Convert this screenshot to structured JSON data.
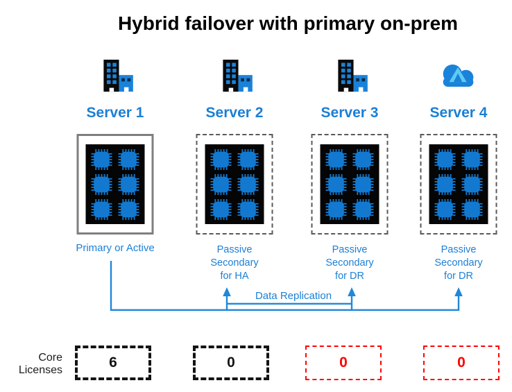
{
  "title": "Hybrid failover with primary on-prem",
  "servers": [
    {
      "name": "Server 1",
      "icon": "office-building-icon",
      "box_style": "solid",
      "role_lines": [
        "Primary or Active"
      ],
      "cpu_count": 6,
      "core_licenses": "6",
      "license_color": "black"
    },
    {
      "name": "Server 2",
      "icon": "office-building-icon",
      "box_style": "dashed",
      "role_lines": [
        "Passive",
        "Secondary",
        "for HA"
      ],
      "cpu_count": 6,
      "core_licenses": "0",
      "license_color": "black"
    },
    {
      "name": "Server 3",
      "icon": "office-building-icon",
      "box_style": "dashed",
      "role_lines": [
        "Passive",
        "Secondary",
        "for DR"
      ],
      "cpu_count": 6,
      "core_licenses": "0",
      "license_color": "red"
    },
    {
      "name": "Server 4",
      "icon": "azure-cloud-icon",
      "box_style": "dashed",
      "role_lines": [
        "Passive",
        "Secondary",
        "for DR"
      ],
      "cpu_count": 6,
      "core_licenses": "0",
      "license_color": "red"
    }
  ],
  "replication": {
    "label": "Data Replication"
  },
  "core_licenses": {
    "label_lines": [
      "Core",
      "Licenses"
    ]
  },
  "colors": {
    "label_blue": "#1B7FD6",
    "chip_blue": "#1379D0",
    "arrow_blue": "#1E88DB",
    "solid_box_gray": "#7F7F7F",
    "dashed_box_gray": "#595959",
    "license_black": "#141414",
    "license_red": "#FF0000",
    "title_black": "#000000"
  }
}
